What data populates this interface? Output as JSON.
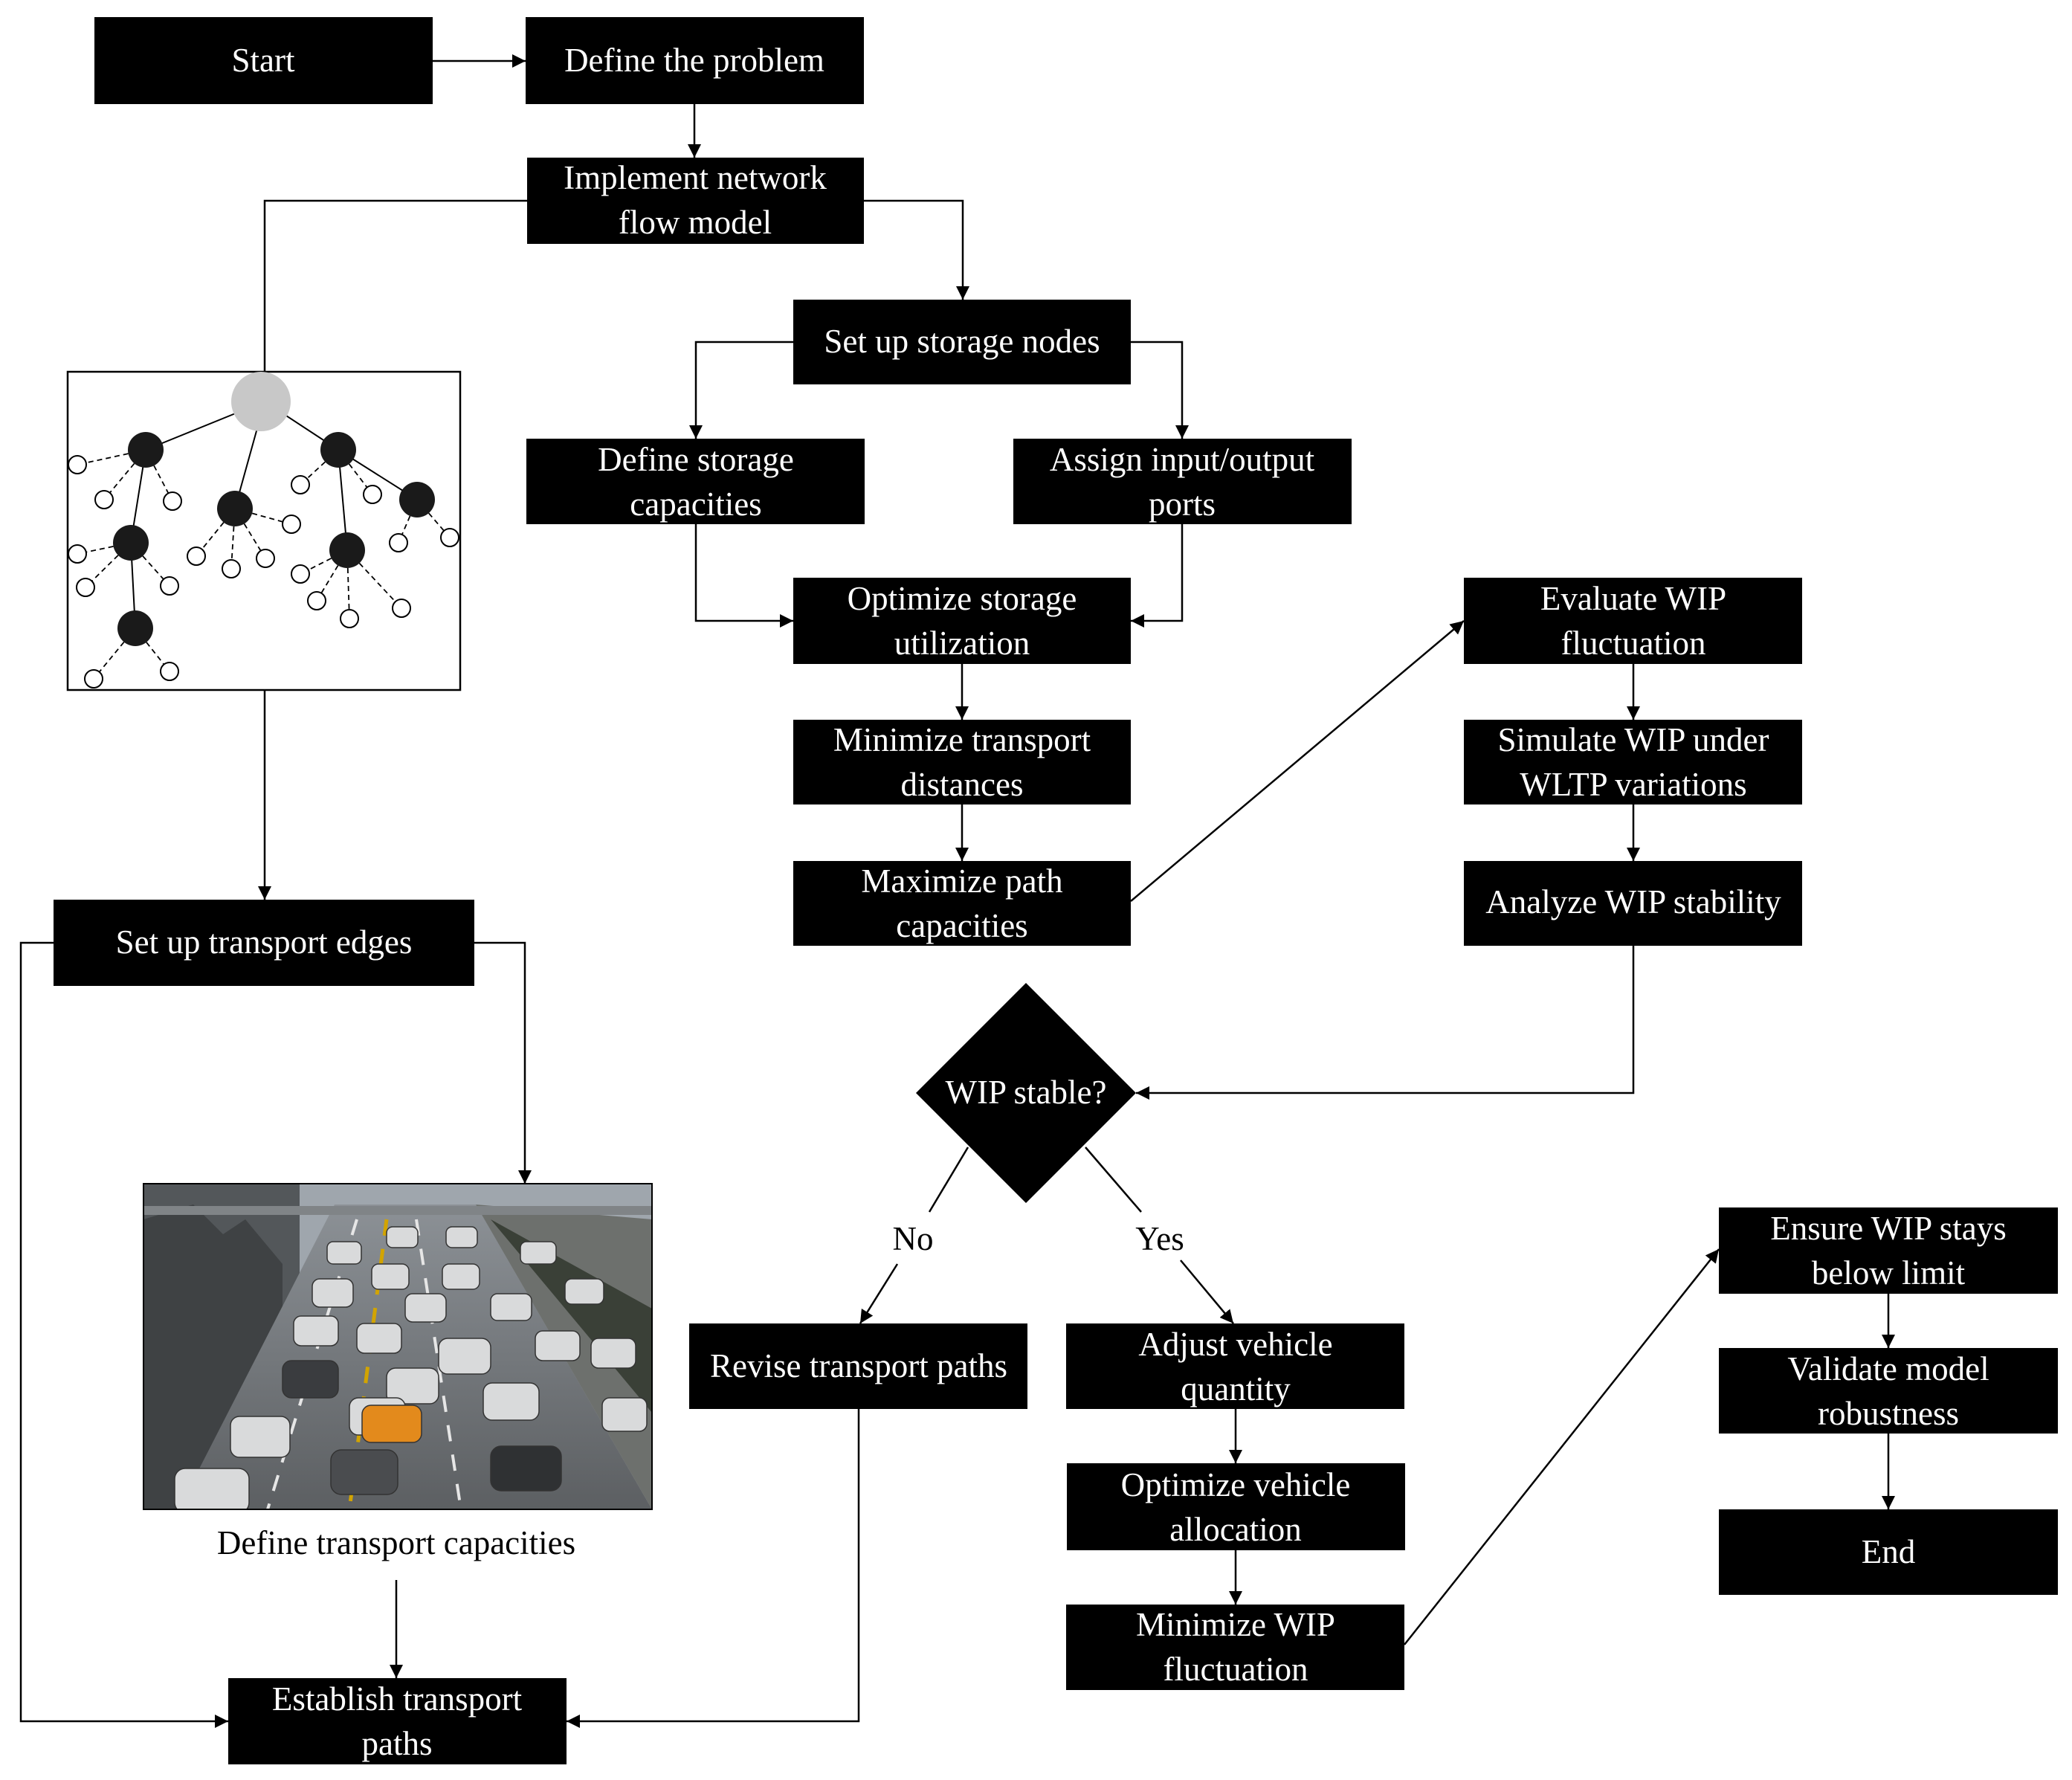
{
  "nodes": {
    "start": "Start",
    "define_problem": "Define the problem",
    "implement_model": [
      "Implement network",
      "flow model"
    ],
    "storage_nodes": "Set up storage nodes",
    "storage_capacities": [
      "Define storage",
      "capacities"
    ],
    "io_ports": [
      "Assign input/output",
      "ports"
    ],
    "optimize_storage": [
      "Optimize storage",
      "utilization"
    ],
    "min_distances": [
      "Minimize transport",
      "distances"
    ],
    "max_path": [
      "Maximize path",
      "capacities"
    ],
    "eval_wip": [
      "Evaluate WIP",
      "fluctuation"
    ],
    "simulate_wip": [
      "Simulate WIP under",
      "WLTP variations"
    ],
    "analyze_wip": "Analyze WIP stability",
    "decision": "WIP stable?",
    "revise_paths": "Revise transport paths",
    "adjust_vehicle": [
      "Adjust vehicle",
      "quantity"
    ],
    "optimize_vehicle": [
      "Optimize vehicle",
      "allocation"
    ],
    "min_wip": [
      "Minimize WIP",
      "fluctuation"
    ],
    "ensure_wip": [
      "Ensure WIP stays",
      "below limit"
    ],
    "validate": [
      "Validate model",
      "robustness"
    ],
    "end": "End",
    "transport_edges": "Set up transport edges",
    "establish_paths": [
      "Establish transport",
      "paths"
    ]
  },
  "labels": {
    "no": "No",
    "yes": "Yes",
    "transport_capacities": "Define transport capacities"
  },
  "colors": {
    "box": "#000000",
    "box_text": "#ffffff",
    "root_node": "#c8c8c8",
    "road": "#6b6e70",
    "sky": "#9fa6ad"
  },
  "icons": {
    "network": "network-tree-graphic",
    "traffic": "traffic-photo-graphic"
  }
}
